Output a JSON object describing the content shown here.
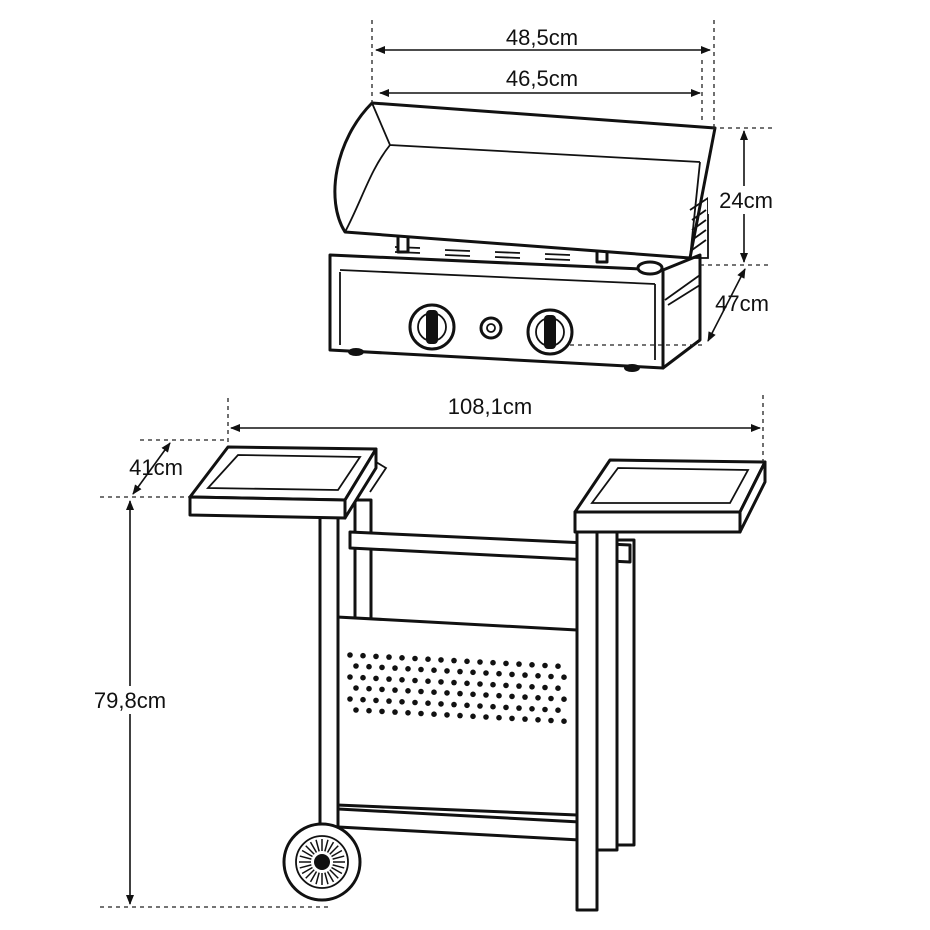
{
  "dimensions": {
    "outer_width": "48,5cm",
    "plate_width": "46,5cm",
    "height_top": "24cm",
    "depth_top": "47cm",
    "total_width": "108,1cm",
    "shelf_depth": "41cm",
    "cart_height": "79,8cm"
  },
  "colors": {
    "line": "#111111",
    "background": "#ffffff"
  }
}
